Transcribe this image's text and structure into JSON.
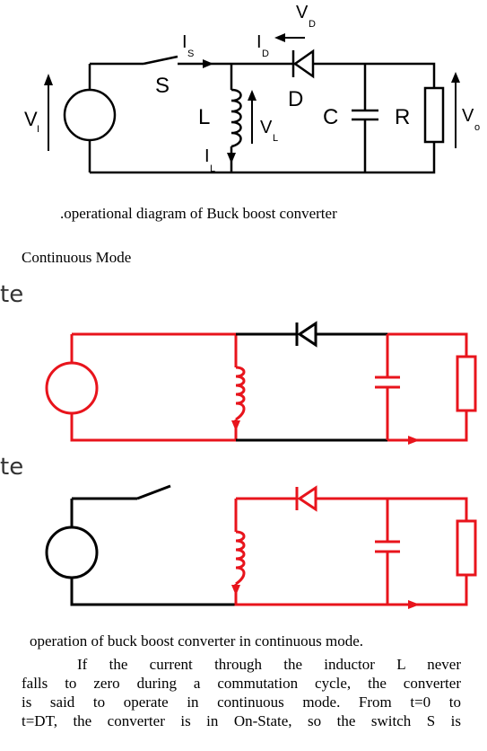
{
  "top_diagram": {
    "labels": {
      "source": "V",
      "source_sub": "I",
      "switch": "S",
      "switch_current": "I",
      "switch_current_sub": "S",
      "diode_current": "I",
      "diode_current_sub": "D",
      "diode_voltage": "V",
      "diode_voltage_sub": "D",
      "diode": "D",
      "inductor": "L",
      "inductor_voltage": "V",
      "inductor_voltage_sub": "L",
      "inductor_current": "I",
      "inductor_current_sub": "L",
      "capacitor": "C",
      "resistor": "R",
      "output_voltage": "V",
      "output_voltage_sub": "o"
    },
    "colors": {
      "wire": "#000000"
    }
  },
  "caption1": ".operational diagram of Buck boost converter",
  "section_heading": "Continuous Mode",
  "state_label_1": "te",
  "state_label_2": "te",
  "state_colors": {
    "active": "#e8141c",
    "inactive": "#000000"
  },
  "caption2": "operation of buck boost converter in continuous mode.",
  "paragraph_lines": [
    "If the current through the inductor L never",
    "falls to zero during a commutation cycle, the converter",
    "is said to operate in continuous mode. From t=0 to",
    "t=DT, the converter is in On-State, so the switch S is"
  ]
}
